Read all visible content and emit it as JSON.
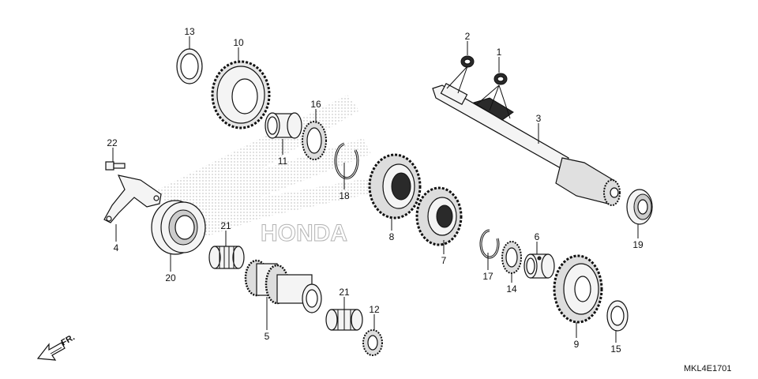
{
  "diagram": {
    "drawing_code": "MKL4E1701",
    "direction_label": "FR.",
    "watermark_text": "HONDA",
    "part_numbers": [
      "1",
      "2",
      "3",
      "4",
      "5",
      "6",
      "7",
      "8",
      "9",
      "10",
      "11",
      "12",
      "13",
      "14",
      "15",
      "16",
      "17",
      "18",
      "19",
      "20",
      "21",
      "21",
      "22"
    ]
  }
}
